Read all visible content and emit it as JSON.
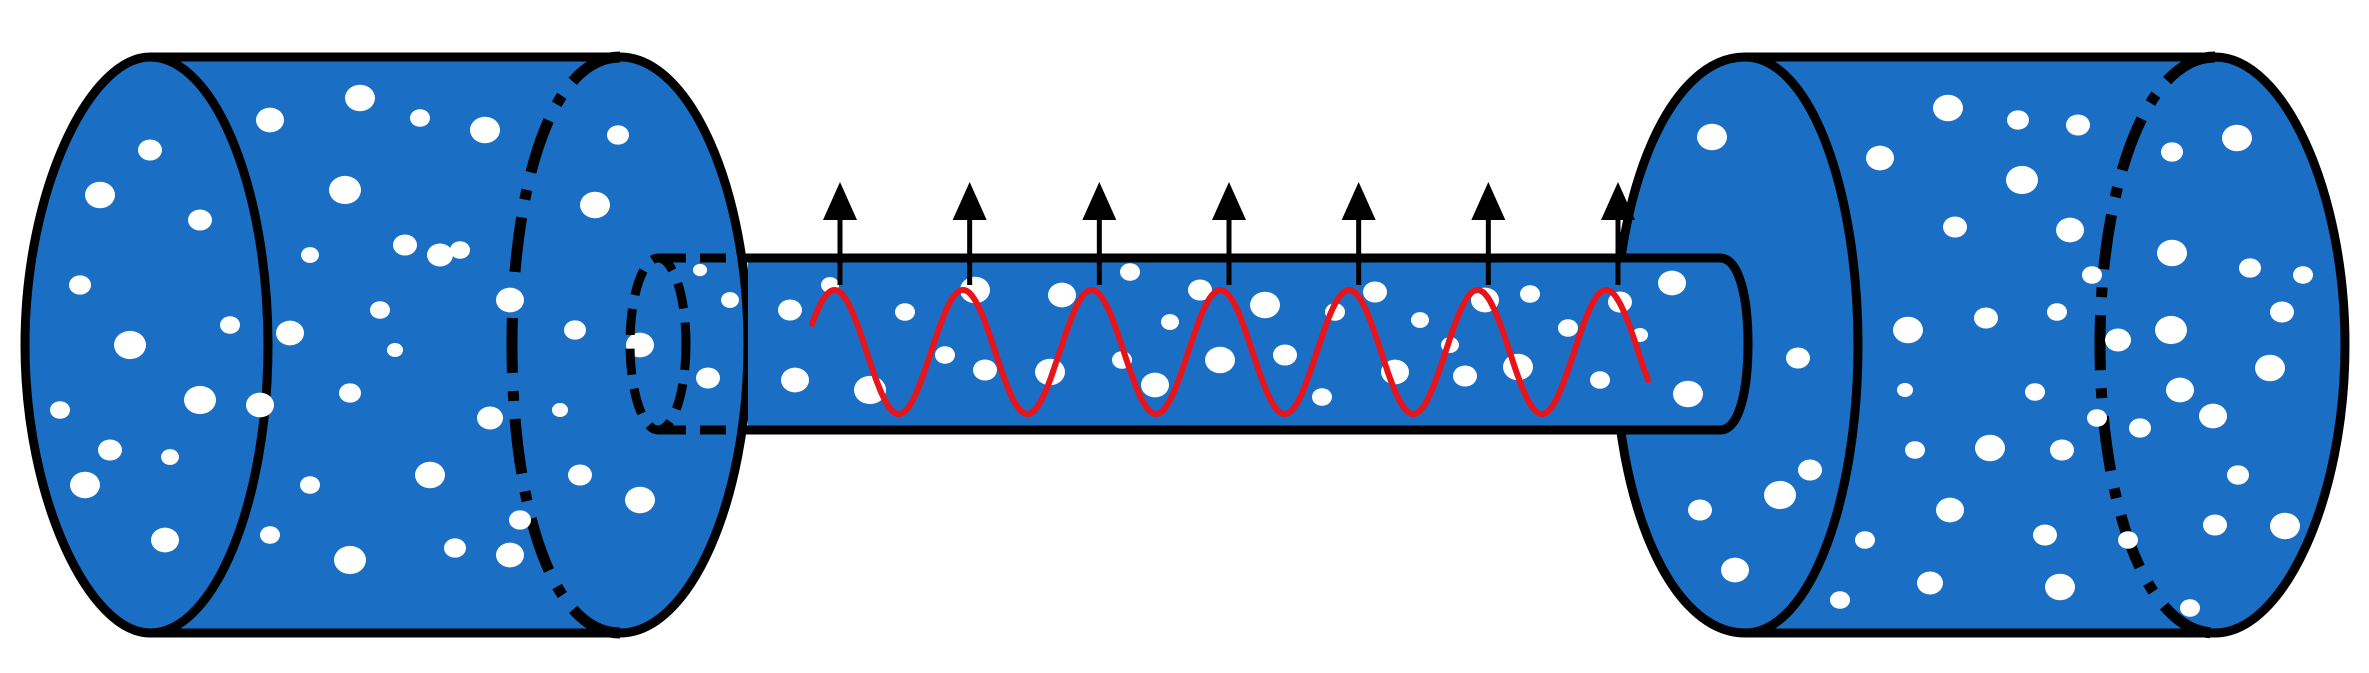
{
  "diagram": {
    "colors": {
      "fill": "#1a6fc4",
      "outline": "#000000",
      "particle": "#ffffff",
      "wave": "#e8141c",
      "arrow": "#000000",
      "background": "#ffffff"
    },
    "parts": [
      {
        "name": "left-reservoir-cylinder",
        "icon": "cylinder-icon"
      },
      {
        "name": "connecting-tube",
        "icon": "tube-icon"
      },
      {
        "name": "right-reservoir-cylinder",
        "icon": "cylinder-icon"
      }
    ],
    "wave": {
      "cycles": 6.5
    },
    "arrows": {
      "count": 7,
      "direction": "up"
    }
  }
}
